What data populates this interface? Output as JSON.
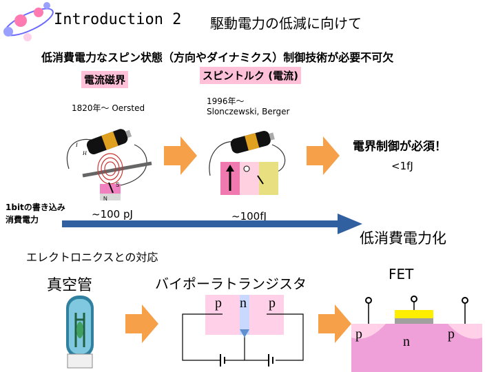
{
  "header": {
    "title_left": "Introduction 2",
    "title_right": "駆動電力の低減に向けて"
  },
  "subtitle": "低消費電力なスピン状態（方向やダイナミクス）制御技術が必要不可欠",
  "sections": {
    "current_field": {
      "label": "電流磁界",
      "year": "1820年～ Oersted",
      "power": "~100 pJ"
    },
    "spin_torque": {
      "label": "スピントルク (電流)",
      "year_line1": "1996年～",
      "year_line2": "Slonczewski, Berger",
      "power": "~100fJ"
    },
    "electric_field": {
      "label": "電界制御が必須！",
      "power": "<1fJ"
    }
  },
  "write_power_label_line1": "1bitの書き込み",
  "write_power_label_line2": "消費電力",
  "low_power": "低消費電力化",
  "electronics": {
    "heading": "エレクトロニクスとの対応",
    "vacuum_tube": "真空管",
    "bipolar": "バイポーラトランジスタ",
    "fet": "FET",
    "bjt_regions": [
      "p",
      "n",
      "p"
    ],
    "fet_regions": [
      "p",
      "n",
      "p"
    ]
  },
  "magnet_labels": {
    "N": "N",
    "S": "S",
    "I": "I",
    "H": "H"
  },
  "colors": {
    "arrow_fill": "#f7a04a",
    "pink_label": "#ffc0d8",
    "substrate": "#f0a0d8",
    "gate": "#ffee00"
  }
}
